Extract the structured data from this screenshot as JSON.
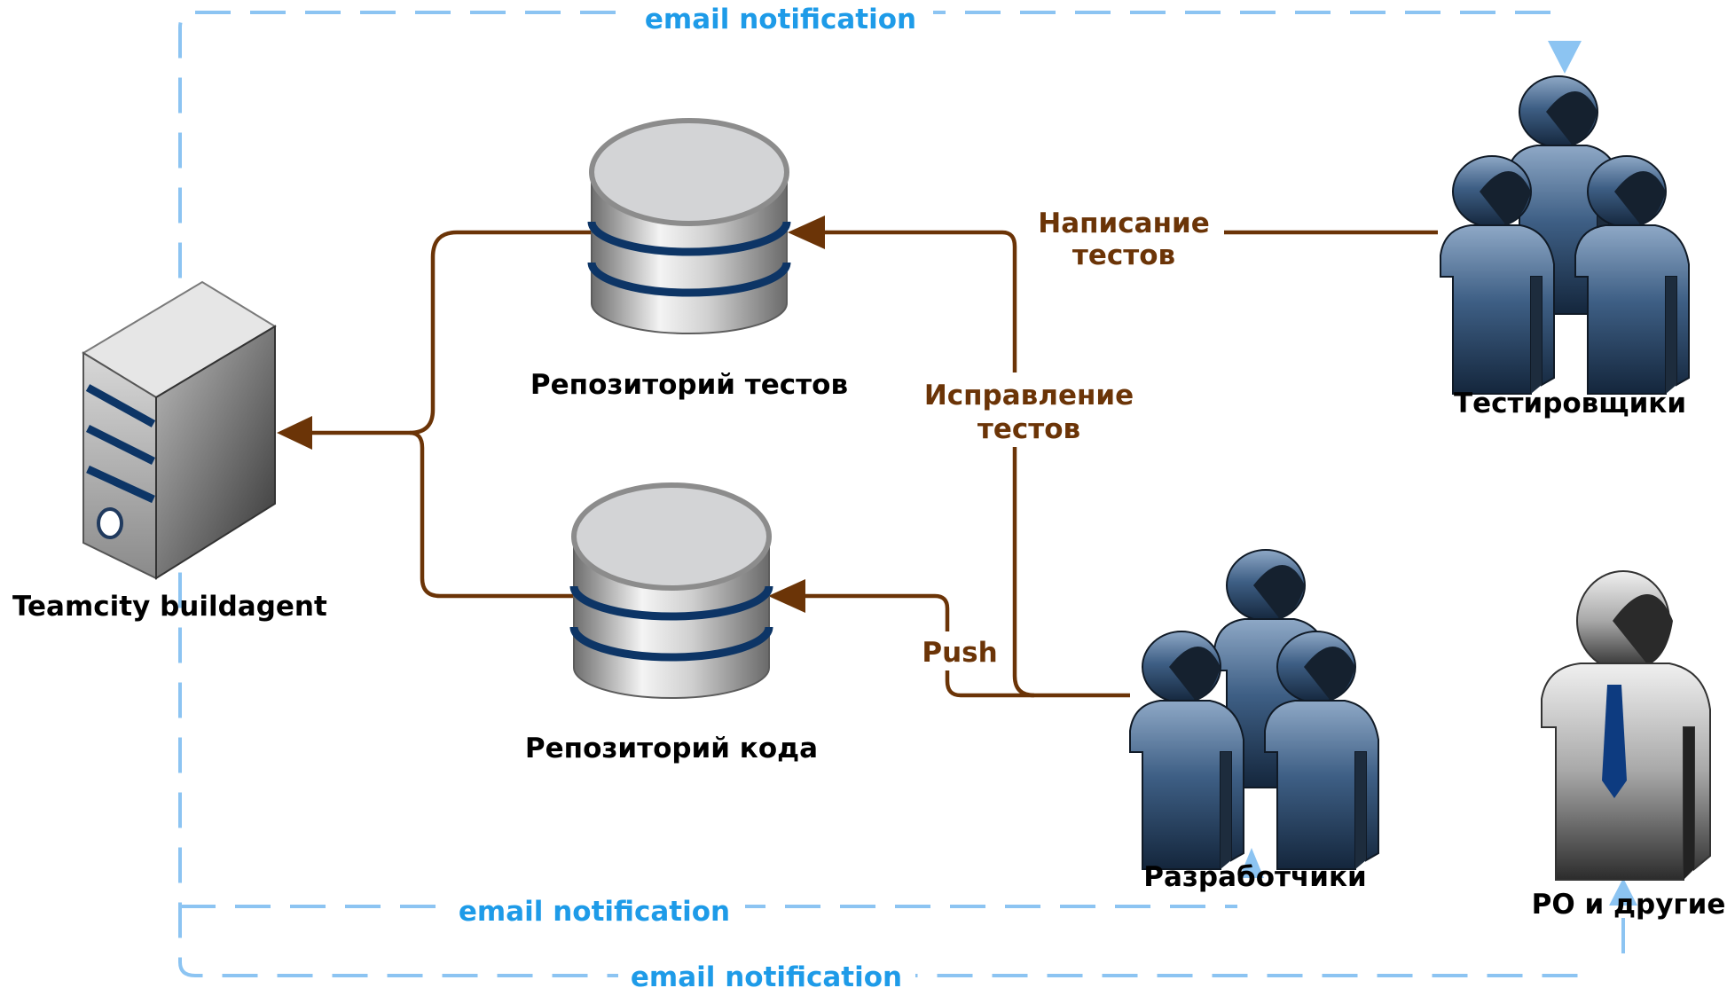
{
  "nodes": {
    "buildagent": "Teamcity buildagent",
    "test_repo": "Репозиторий тестов",
    "code_repo": "Репозиторий кода",
    "testers": "Тестировщики",
    "developers": "Разработчики",
    "po_others": "PO и другие"
  },
  "edges": {
    "write_tests_line1": "Написание",
    "write_tests_line2": "тестов",
    "fix_tests_line1": "Исправление",
    "fix_tests_line2": "тестов",
    "push": "Push"
  },
  "notifications": {
    "top": "email notification",
    "inner": "email notification",
    "outer": "email notification"
  },
  "colors": {
    "flow": "#6b3407",
    "notification": "#1e9be8",
    "dashed_line": "#8cc4f2",
    "arrow_blue": "#8cc4f2"
  },
  "icons": {
    "server": "server-icon",
    "database": "database-icon",
    "people_group": "people-group-icon",
    "person": "businessman-icon"
  }
}
